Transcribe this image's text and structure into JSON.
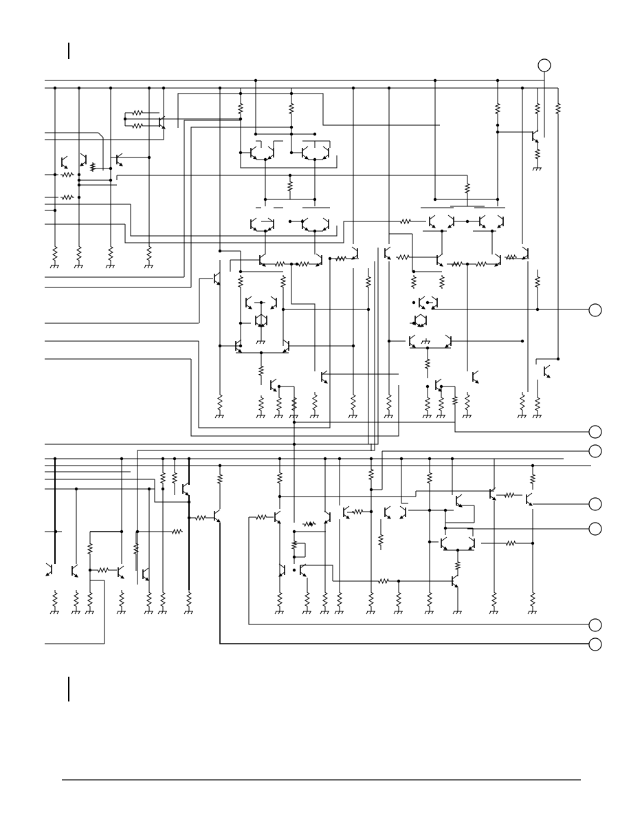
{
  "page": {
    "background": "#ffffff",
    "ink": "#000000",
    "footer_rule": "#333333"
  },
  "diagram": {
    "kind": "schematic-page-fragment",
    "text_labels": [],
    "terminals": {
      "top_pin": "unlabeled",
      "right_pins": [
        "unlabeled",
        "unlabeled",
        "unlabeled",
        "unlabeled",
        "unlabeled",
        "unlabeled",
        "unlabeled"
      ]
    }
  }
}
